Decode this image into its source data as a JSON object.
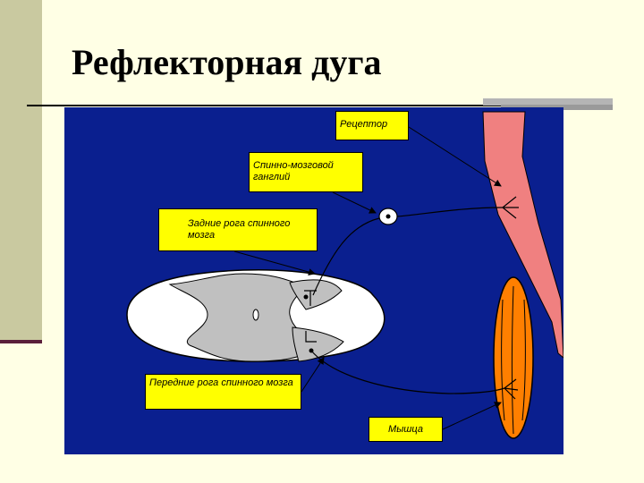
{
  "slide": {
    "title": "Рефлекторная дуга"
  },
  "diagram": {
    "labels": {
      "receptor": "Рецептор",
      "spinal_ganglion": "Спинно-мозговой ганглий",
      "posterior_horns": "Задние рога спинного мозга",
      "anterior_horns": "Передние рога спинного мозга",
      "muscle": "Мышца"
    },
    "colors": {
      "background": "#0a1f8f",
      "label_fill": "#ffff00",
      "skin": "#f08080",
      "muscle": "#ff7f00",
      "gray_matter": "#c0c0c0",
      "white_matter": "#ffffff"
    }
  }
}
